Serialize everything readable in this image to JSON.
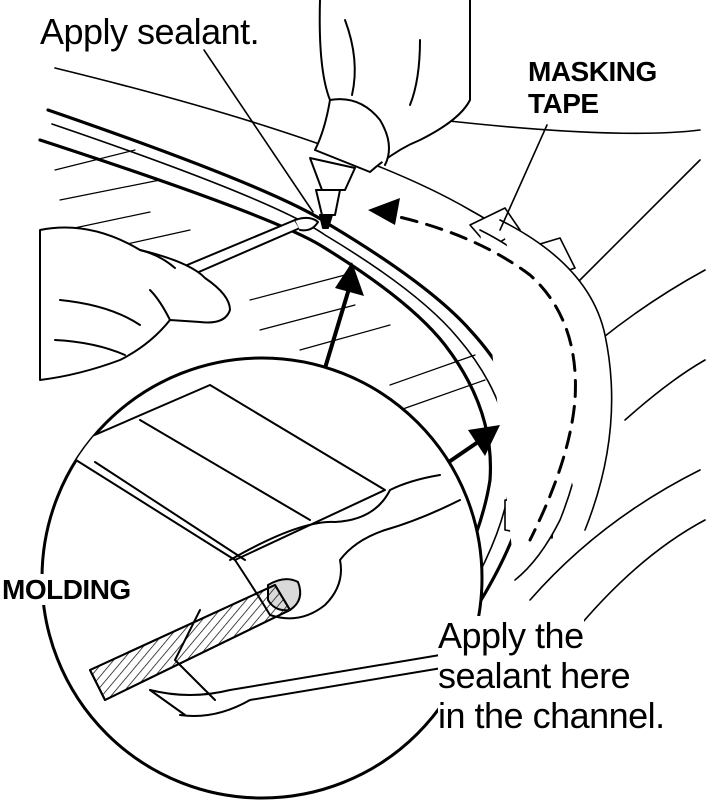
{
  "labels": {
    "apply_sealant": "Apply sealant.",
    "masking_tape_line1": "MASKING",
    "masking_tape_line2": "TAPE",
    "molding": "MOLDING",
    "channel_line1": "Apply the",
    "channel_line2": "sealant here",
    "channel_line3": "in the channel."
  },
  "colors": {
    "ink": "#000000",
    "paper": "#ffffff",
    "shade": "#d9d9d9"
  }
}
